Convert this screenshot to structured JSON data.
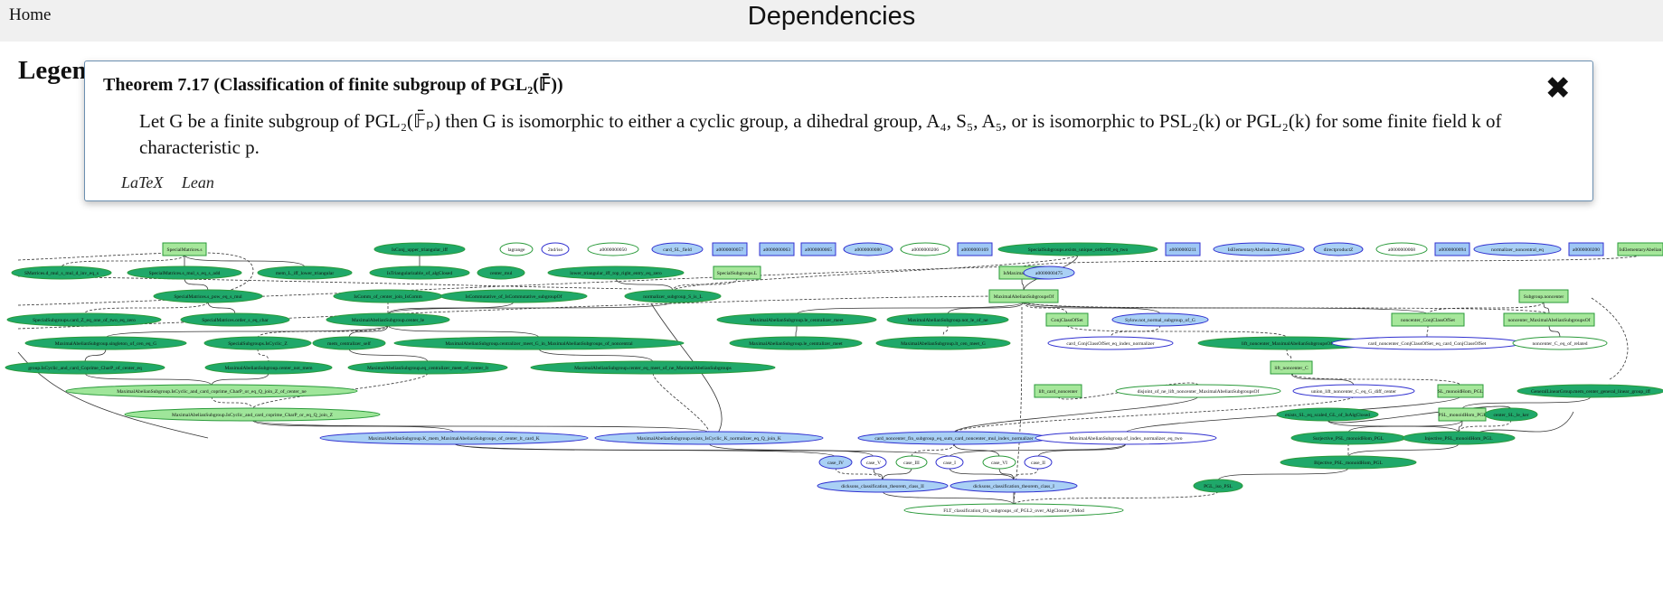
{
  "header": {
    "home_label": "Home",
    "title": "Dependencies"
  },
  "legend_label": "Legend",
  "modal": {
    "heading": "Theorem  7.17  (Classification of finite subgroup of PGL₂(𝔽̄))",
    "statement": "Let G be a finite subgroup of PGL₂(𝔽̄ₚ) then G is isomorphic to either a cyclic group, a dihedral group, A₄, S₅, A₅, or is isomorphic to PSL₂(k) or PGL₂(k) for some finite field k of characteristic p.",
    "close_icon": "close-icon",
    "links": [
      "LaTeX",
      "Lean"
    ]
  },
  "colors": {
    "dark_green": "#1fa86a",
    "light_green": "#9fe69a",
    "light_blue": "#a9d0f5",
    "box_green": "#a6e79b",
    "box_blue": "#9fc8f5",
    "outline_blue": "#3030d0",
    "outline_green": "#2a9a3a"
  },
  "graph": {
    "nodes": [
      {
        "label": "SpecialMatrices.s",
        "shape": "box",
        "fill": "#a6e79b"
      },
      {
        "label": "IsConj_upper_triangular_iff",
        "shape": "ellipse",
        "fill": "#1fa86a"
      },
      {
        "label": "lagrange",
        "shape": "ellipse",
        "fill": "#ffffff"
      },
      {
        "label": "2nd/iso",
        "shape": "ellipse",
        "fill": "#ffffff"
      },
      {
        "label": "a0000000050",
        "shape": "ellipse",
        "fill": "#ffffff"
      },
      {
        "label": "card_SL_field",
        "shape": "ellipse",
        "fill": "#a9d0f5"
      },
      {
        "label": "a0000000057",
        "shape": "box",
        "fill": "#9fc8f5"
      },
      {
        "label": "a0000000063",
        "shape": "box",
        "fill": "#9fc8f5"
      },
      {
        "label": "a0000000065",
        "shape": "box",
        "fill": "#9fc8f5"
      },
      {
        "label": "a0000000080",
        "shape": "ellipse",
        "fill": "#a9d0f5"
      },
      {
        "label": "a0000000206",
        "shape": "ellipse",
        "fill": "#ffffff"
      },
      {
        "label": "a0000000169",
        "shape": "box",
        "fill": "#9fc8f5"
      },
      {
        "label": "SpecialSubgroups.exists_unique_orderOf_eq_two",
        "shape": "ellipse",
        "fill": "#1fa86a"
      },
      {
        "label": "a0000000211",
        "shape": "box",
        "fill": "#9fc8f5"
      },
      {
        "label": "IsElementaryAbelian.dvd_card",
        "shape": "ellipse",
        "fill": "#a9d0f5"
      },
      {
        "label": "directproductZ",
        "shape": "ellipse",
        "fill": "#a9d0f5"
      },
      {
        "label": "a0000000068",
        "shape": "ellipse",
        "fill": "#ffffff"
      },
      {
        "label": "a0000000094",
        "shape": "box",
        "fill": "#9fc8f5"
      },
      {
        "label": "normalizer_noncentral_eq",
        "shape": "ellipse",
        "fill": "#a9d0f5"
      },
      {
        "label": "a0000000200",
        "shape": "box",
        "fill": "#9fc8f5"
      },
      {
        "label": "IsElementaryAbelian",
        "shape": "box",
        "fill": "#a6e79b"
      },
      {
        "label": "SMatrices.d_mul_s_mul_d_inv_eq_s",
        "shape": "ellipse",
        "fill": "#1fa86a"
      },
      {
        "label": "SpecialMatrices.s_mul_s_eq_s_add",
        "shape": "ellipse",
        "fill": "#1fa86a"
      },
      {
        "label": "mem_L_iff_lower_triangular",
        "shape": "ellipse",
        "fill": "#1fa86a"
      },
      {
        "label": "IsTriangularizable_of_algClosed",
        "shape": "ellipse",
        "fill": "#1fa86a"
      },
      {
        "label": "center_mul",
        "shape": "ellipse",
        "fill": "#1fa86a"
      },
      {
        "label": "lower_triangular_iff_top_right_entry_eq_zero",
        "shape": "ellipse",
        "fill": "#1fa86a"
      },
      {
        "label": "SpecialSubgroups.L",
        "shape": "box",
        "fill": "#a6e79b"
      },
      {
        "label": "IsMaximalAbelian",
        "shape": "box",
        "fill": "#a6e79b"
      },
      {
        "label": "a0000000475",
        "shape": "ellipse",
        "fill": "#a9d0f5"
      },
      {
        "label": "SpecialMatrices.s_pow_eq_s_mul",
        "shape": "ellipse",
        "fill": "#1fa86a"
      },
      {
        "label": "IsComm_of_center_join_IsComm",
        "shape": "ellipse",
        "fill": "#1fa86a"
      },
      {
        "label": "IsCommutative_of_IsCommutative_subgroupOf",
        "shape": "ellipse",
        "fill": "#1fa86a"
      },
      {
        "label": "normalizer_subgroup_S_is_L",
        "shape": "ellipse",
        "fill": "#1fa86a"
      },
      {
        "label": "MaximalAbelianSubgroupsOf",
        "shape": "box",
        "fill": "#a6e79b"
      },
      {
        "label": "Subgroup.noncenter",
        "shape": "box",
        "fill": "#a6e79b"
      },
      {
        "label": "SpecialSubgroups.card_Z_eq_one_of_two_eq_zero",
        "shape": "ellipse",
        "fill": "#1fa86a"
      },
      {
        "label": "SpecialMatrices.order_s_eq_char",
        "shape": "ellipse",
        "fill": "#1fa86a"
      },
      {
        "label": "MaximalAbelianSubgroup.center_le",
        "shape": "ellipse",
        "fill": "#1fa86a"
      },
      {
        "label": "MaximalAbelianSubgroup.le_centralizer_meet",
        "shape": "ellipse",
        "fill": "#1fa86a"
      },
      {
        "label": "MaximalAbelianSubgroup.not_le_of_ne",
        "shape": "ellipse",
        "fill": "#1fa86a"
      },
      {
        "label": "ConjClassOfSet",
        "shape": "box",
        "fill": "#a6e79b"
      },
      {
        "label": "Sylow.not_normal_subgroup_of_G",
        "shape": "ellipse",
        "fill": "#a9d0f5"
      },
      {
        "label": "noncenter_ConjClassOfSet",
        "shape": "box",
        "fill": "#a6e79b"
      },
      {
        "label": "noncenter_MaximalAbelianSubgroupsOf",
        "shape": "box",
        "fill": "#a6e79b"
      },
      {
        "label": "MaximalAbelianSubgroup.singleton_of_cen_eq_G",
        "shape": "ellipse",
        "fill": "#1fa86a"
      },
      {
        "label": "SpecialSubgroups.IsCyclic_Z",
        "shape": "ellipse",
        "fill": "#1fa86a"
      },
      {
        "label": "mem_centralizer_self",
        "shape": "ellipse",
        "fill": "#1fa86a"
      },
      {
        "label": "MaximalAbelianSubgroup.centralizer_meet_G_in_MaximalAbelianSubgroups_of_noncentral",
        "shape": "ellipse",
        "fill": "#1fa86a"
      },
      {
        "label": "MaximalAbelianSubgroup.le_centralizer_meet",
        "shape": "ellipse",
        "fill": "#1fa86a"
      },
      {
        "label": "MaximalAbelianSubgroup.lt_cen_meet_G",
        "shape": "ellipse",
        "fill": "#1fa86a"
      },
      {
        "label": "card_ConjClassOfSet_eq_index_normalizer",
        "shape": "ellipse",
        "fill": "#ffffff"
      },
      {
        "label": "lift_noncenter_MaximalAbelianSubgroupsOf",
        "shape": "ellipse",
        "fill": "#1fa86a"
      },
      {
        "label": "card_noncenter_ConjClassOfSet_eq_card_ConjClassOfSet",
        "shape": "ellipse",
        "fill": "#ffffff"
      },
      {
        "label": "noncenter_C_eq_of_related",
        "shape": "ellipse",
        "fill": "#ffffff"
      },
      {
        "label": "group.IsCyclic_and_card_Coprime_CharP_of_center_eq",
        "shape": "ellipse",
        "fill": "#1fa86a"
      },
      {
        "label": "MaximalAbelianSubgroup.center_not_mem",
        "shape": "ellipse",
        "fill": "#1fa86a"
      },
      {
        "label": "MaximalAbelianSubgroup.eq_centralizer_meet_of_center_lt",
        "shape": "ellipse",
        "fill": "#1fa86a"
      },
      {
        "label": "MaximalAbelianSubgroup.center_eq_meet_of_ne_MaximalAbelianSubgroups",
        "shape": "ellipse",
        "fill": "#1fa86a"
      },
      {
        "label": "lift_noncenter_C",
        "shape": "box",
        "fill": "#a6e79b"
      },
      {
        "label": "MaximalAbelianSubgroup.IsCyclic_and_card_coprime_CharP_or_eq_Q_join_Z_of_center_ne",
        "shape": "ellipse",
        "fill": "#9fe69a"
      },
      {
        "label": "lift_card_noncenter",
        "shape": "box",
        "fill": "#a6e79b"
      },
      {
        "label": "disjoint_of_ne_lift_noncenter_MaximalAbelianSubgroupsOf",
        "shape": "ellipse",
        "fill": "#ffffff"
      },
      {
        "label": "union_lift_noncenter_C_eq_G_diff_center",
        "shape": "ellipse",
        "fill": "#ffffff"
      },
      {
        "label": "SL_monoidHom_PGL",
        "shape": "box",
        "fill": "#a6e79b"
      },
      {
        "label": "GeneralLinearGroup.mem_center_general_linear_group_iff",
        "shape": "ellipse",
        "fill": "#1fa86a"
      },
      {
        "label": "MaximalAbelianSubgroup.IsCyclic_and_card_coprime_CharP_or_eq_Q_join_Z",
        "shape": "ellipse",
        "fill": "#9fe69a"
      },
      {
        "label": "exists_SL_eq_scaled_GL_of_IsAlgClosed",
        "shape": "ellipse",
        "fill": "#1fa86a"
      },
      {
        "label": "PSL_monoidHom_PGL",
        "shape": "box",
        "fill": "#a6e79b"
      },
      {
        "label": "center_SL_le_ker",
        "shape": "ellipse",
        "fill": "#1fa86a"
      },
      {
        "label": "MaximalAbelianSubgroup.K_mem_MaximalAbelianSubgroups_of_center_lt_card_K",
        "shape": "ellipse",
        "fill": "#a9d0f5"
      },
      {
        "label": "MaximalAbelianSubgroup.exists_IsCyclic_K_normalizer_eq_Q_join_K",
        "shape": "ellipse",
        "fill": "#a9d0f5"
      },
      {
        "label": "card_noncenter_fin_subgroup_eq_sum_card_noncenter_mul_index_normalizer",
        "shape": "ellipse",
        "fill": "#a9d0f5"
      },
      {
        "label": "MaximalAbelianSubgroup.of_index_normalizer_eq_two",
        "shape": "ellipse",
        "fill": "#ffffff"
      },
      {
        "label": "Surjective_PSL_monoidHom_PGL",
        "shape": "ellipse",
        "fill": "#1fa86a"
      },
      {
        "label": "Injective_PSL_monoidHom_PGL",
        "shape": "ellipse",
        "fill": "#1fa86a"
      },
      {
        "label": "case_IV",
        "shape": "ellipse",
        "fill": "#a9d0f5"
      },
      {
        "label": "case_V",
        "shape": "ellipse",
        "fill": "#ffffff"
      },
      {
        "label": "case_III",
        "shape": "ellipse",
        "fill": "#ffffff"
      },
      {
        "label": "case_I",
        "shape": "ellipse",
        "fill": "#ffffff"
      },
      {
        "label": "case_VI",
        "shape": "ellipse",
        "fill": "#ffffff"
      },
      {
        "label": "case_II",
        "shape": "ellipse",
        "fill": "#ffffff"
      },
      {
        "label": "Bijective_PSL_monoidHom_PGL",
        "shape": "ellipse",
        "fill": "#1fa86a"
      },
      {
        "label": "dicksons_classification_theorem_class_II",
        "shape": "ellipse",
        "fill": "#a9d0f5"
      },
      {
        "label": "dicksons_classification_theorem_class_I",
        "shape": "ellipse",
        "fill": "#a9d0f5"
      },
      {
        "label": "PGL_iso_PSL",
        "shape": "ellipse",
        "fill": "#1fa86a"
      },
      {
        "label": "FLT_classification_fin_subgroups_of_PGL2_over_AlgClosure_ZMod",
        "shape": "ellipse",
        "fill": "#ffffff"
      }
    ]
  }
}
